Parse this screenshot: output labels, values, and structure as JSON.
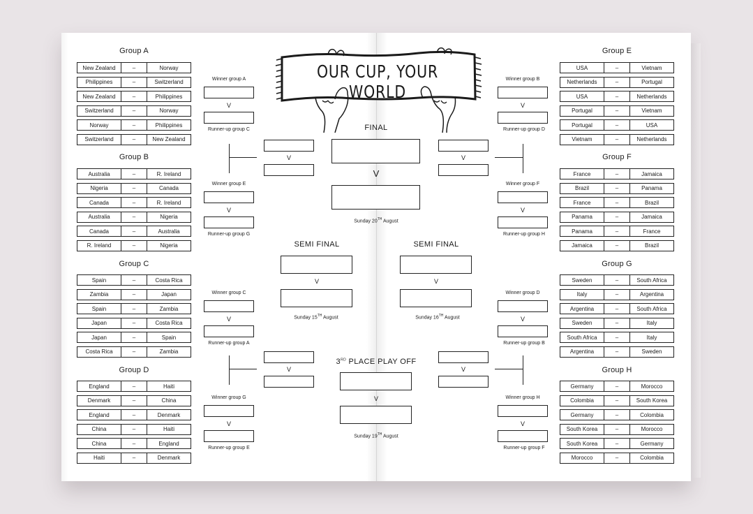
{
  "title": "OUR CUP, YOUR WORLD",
  "groups": {
    "A": {
      "title": "Group A",
      "matches": [
        [
          "New Zealand",
          "Norway"
        ],
        [
          "Philippines",
          "Switzerland"
        ],
        [
          "New Zealand",
          "Philippines"
        ],
        [
          "Switzerland",
          "Norway"
        ],
        [
          "Norway",
          "Philippines"
        ],
        [
          "Switzerland",
          "New Zealand"
        ]
      ]
    },
    "B": {
      "title": "Group B",
      "matches": [
        [
          "Australia",
          "R. Ireland"
        ],
        [
          "Nigeria",
          "Canada"
        ],
        [
          "Canada",
          "R. Ireland"
        ],
        [
          "Australia",
          "Nigeria"
        ],
        [
          "Canada",
          "Australia"
        ],
        [
          "R. Ireland",
          "Nigeria"
        ]
      ]
    },
    "C": {
      "title": "Group C",
      "matches": [
        [
          "Spain",
          "Costa Rica"
        ],
        [
          "Zambia",
          "Japan"
        ],
        [
          "Spain",
          "Zambia"
        ],
        [
          "Japan",
          "Costa Rica"
        ],
        [
          "Japan",
          "Spain"
        ],
        [
          "Costa Rica",
          "Zambia"
        ]
      ]
    },
    "D": {
      "title": "Group D",
      "matches": [
        [
          "England",
          "Haiti"
        ],
        [
          "Denmark",
          "China"
        ],
        [
          "England",
          "Denmark"
        ],
        [
          "China",
          "Haiti"
        ],
        [
          "China",
          "England"
        ],
        [
          "Haiti",
          "Denmark"
        ]
      ]
    },
    "E": {
      "title": "Group E",
      "matches": [
        [
          "USA",
          "Vietnam"
        ],
        [
          "Netherlands",
          "Portugal"
        ],
        [
          "USA",
          "Netherlands"
        ],
        [
          "Portugal",
          "Vietnam"
        ],
        [
          "Portugal",
          "USA"
        ],
        [
          "Vietnam",
          "Netherlands"
        ]
      ]
    },
    "F": {
      "title": "Group F",
      "matches": [
        [
          "France",
          "Jamaica"
        ],
        [
          "Brazil",
          "Panama"
        ],
        [
          "France",
          "Brazil"
        ],
        [
          "Panama",
          "Jamaica"
        ],
        [
          "Panama",
          "France"
        ],
        [
          "Jamaica",
          "Brazil"
        ]
      ]
    },
    "G": {
      "title": "Group G",
      "matches": [
        [
          "Sweden",
          "South Africa"
        ],
        [
          "Italy",
          "Argentina"
        ],
        [
          "Argentina",
          "South Africa"
        ],
        [
          "Sweden",
          "Italy"
        ],
        [
          "South Africa",
          "Italy"
        ],
        [
          "Argentina",
          "Sweden"
        ]
      ]
    },
    "H": {
      "title": "Group H",
      "matches": [
        [
          "Germany",
          "Morocco"
        ],
        [
          "Colombia",
          "South Korea"
        ],
        [
          "Germany",
          "Colombia"
        ],
        [
          "South Korea",
          "Morocco"
        ],
        [
          "South Korea",
          "Germany"
        ],
        [
          "Morocco",
          "Colombia"
        ]
      ]
    }
  },
  "dash": "–",
  "vs": "V",
  "r16": {
    "left": [
      {
        "top": "Winner group A",
        "bottom": "Runner-up group C"
      },
      {
        "top": "Winner group E",
        "bottom": "Runner-up group G"
      },
      {
        "top": "Winner group C",
        "bottom": "Runner-up group A"
      },
      {
        "top": "Winner group G",
        "bottom": "Runner-up group E"
      }
    ],
    "right": [
      {
        "top": "Winner group B",
        "bottom": "Runner-up group D"
      },
      {
        "top": "Winner group F",
        "bottom": "Runner-up group H"
      },
      {
        "top": "Winner group D",
        "bottom": "Runner-up group B"
      },
      {
        "top": "Winner group H",
        "bottom": "Runner-up group F"
      }
    ]
  },
  "final": {
    "title": "FINAL",
    "date_pre": "Sunday 20",
    "date_sup": "TH",
    "date_post": " August"
  },
  "semi_left": {
    "title": "SEMI FINAL",
    "date_pre": "Sunday 15",
    "date_sup": "TH",
    "date_post": " August"
  },
  "semi_right": {
    "title": "SEMI FINAL",
    "date_pre": "Sunday 16",
    "date_sup": "TH",
    "date_post": " August"
  },
  "third": {
    "title_pre": "3",
    "title_sup": "RD",
    "title_post": " PLACE PLAY OFF",
    "date_pre": "Sunday 19",
    "date_sup": "TH",
    "date_post": " August"
  }
}
